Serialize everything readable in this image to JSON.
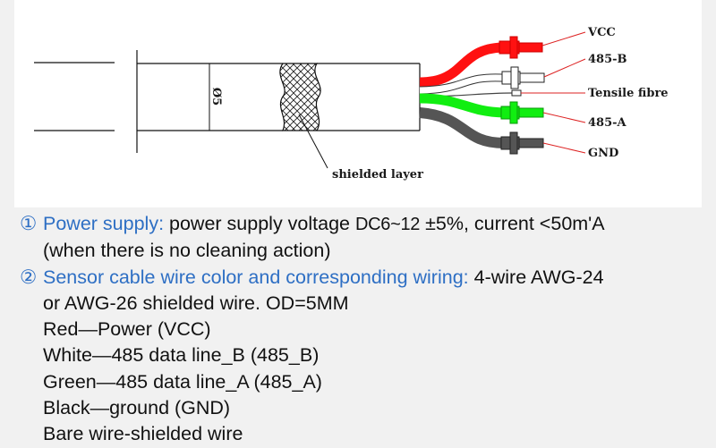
{
  "diagram": {
    "labels": {
      "vcc": "VCC",
      "b485": "485-B",
      "tensile": "Tensile fibre",
      "a485": "485-A",
      "gnd": "GND",
      "shield": "shielded layer",
      "diameter": "Ø5"
    },
    "wire_colors": {
      "red": "#ff1111",
      "white": "#ffffff",
      "green": "#11ee11",
      "black": "#555555"
    }
  },
  "notes": {
    "power": {
      "mark": "①",
      "heading": "Power supply:",
      "text_a": " power supply voltage ",
      "voltage": "DC6~12",
      "text_b": " ±5%, current <50m'A",
      "cont": "(when there is no cleaning action)"
    },
    "sensor": {
      "mark": "②",
      "heading": "Sensor cable wire color and corresponding wiring:",
      "text": " 4-wire AWG-24",
      "cont": "or AWG-26 shielded wire. OD=5MM",
      "wires": [
        "Red—Power (VCC)",
        "White—485 data line_B (485_B)",
        "Green—485 data line_A (485_A)",
        "Black—ground (GND)",
        "Bare wire-shielded wire"
      ]
    }
  }
}
